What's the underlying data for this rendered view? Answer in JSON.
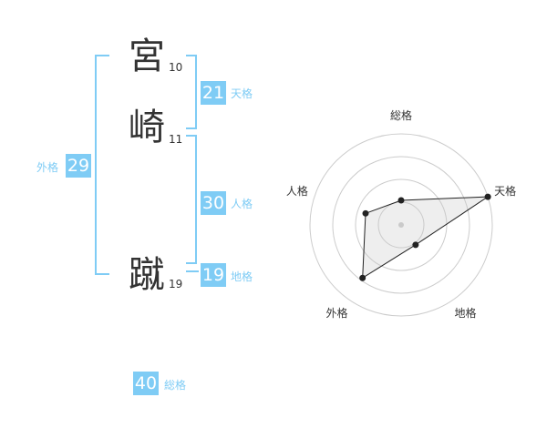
{
  "name": {
    "chars": [
      {
        "char": "宮",
        "strokes": "10"
      },
      {
        "char": "崎",
        "strokes": "11"
      },
      {
        "char": "蹴",
        "strokes": "19"
      }
    ]
  },
  "fortunes": {
    "tenkaku": {
      "value": "21",
      "label": "天格"
    },
    "jinkaku": {
      "value": "30",
      "label": "人格"
    },
    "chikaku": {
      "value": "19",
      "label": "地格"
    },
    "gaikaku": {
      "value": "29",
      "label": "外格"
    },
    "soukaku": {
      "value": "40",
      "label": "総格"
    }
  },
  "colors": {
    "accent": "#7fccf5",
    "text": "#333333",
    "grid": "#cccccc"
  },
  "chart_data": {
    "type": "radar",
    "axes": [
      "総格",
      "天格",
      "地格",
      "外格",
      "人格"
    ],
    "values": [
      0.27,
      1.0,
      0.27,
      0.72,
      0.41
    ],
    "range": [
      0,
      1
    ],
    "rings": 4
  }
}
